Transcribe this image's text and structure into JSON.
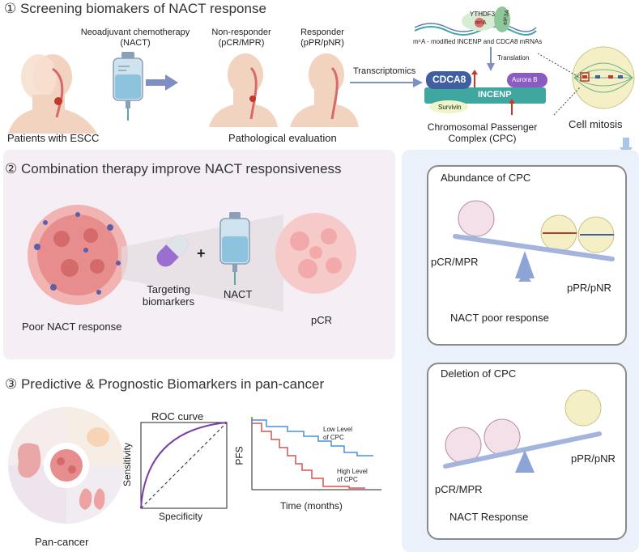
{
  "section1": {
    "title": "① Screening biomakers of NACT response",
    "nact_label": "Neoadjuvant chemotherapy\n(NACT)",
    "nonresponder_label": "Non-responder\n(pCR/MPR)",
    "responder_label": "Responder\n(pPR/pNR)",
    "patients_label": "Patients with ESCC",
    "pathological_label": "Pathological evaluation",
    "transcriptomics_label": "Transcriptomics",
    "ythdf3_label": "YTHDF3",
    "m6a_label": "m⁶A",
    "eif3a_label": "eIF3A",
    "mrna_label": "m⁶A - modified INCENP and CDCA8 mRNAs",
    "translation_label": "Translation",
    "cdca8_label": "CDCA8",
    "aurora_label": "Aurora B",
    "incenp_label": "INCENP",
    "survivin_label": "Survivin",
    "cpc_label": "Chromosomal Passenger\nComplex (CPC)",
    "mitosis_label": "Cell mitosis"
  },
  "section2": {
    "title": "② Combination therapy improve NACT responsiveness",
    "poor_label": "Poor NACT response",
    "targeting_label": "Targeting\nbiomarkers",
    "plus": "+",
    "nact_label": "NACT",
    "pcr_label": "pCR"
  },
  "section3": {
    "title": "③ Predictive & Prognostic Biomarkers in pan-cancer",
    "pancancer_label": "Pan-cancer",
    "roc_title": "ROC curve",
    "roc_ylabel": "Sensitivity",
    "roc_xlabel": "Specificity",
    "km_ylabel": "PFS",
    "km_xlabel": "Time (months)",
    "low_label": "Low Level\nof  CPC",
    "high_label": "High Level\nof CPC"
  },
  "right": {
    "box1_title": "Abundance of CPC",
    "box1_left": "pCR/MPR",
    "box1_right": "pPR/pNR",
    "box1_caption": "NACT poor response",
    "box2_title": "Deletion of CPC",
    "box2_left": "pCR/MPR",
    "box2_right": "pPR/pNR",
    "box2_caption": "NACT Response"
  },
  "colors": {
    "accent_blue": "#6c8fc7",
    "protein_teal": "#3fa6a0",
    "protein_purple": "#8a5bc2",
    "tumor_pink": "#e88d8d",
    "km_low": "#4a90d9",
    "km_high": "#d9534f",
    "roc_curve": "#7a3fa8"
  }
}
